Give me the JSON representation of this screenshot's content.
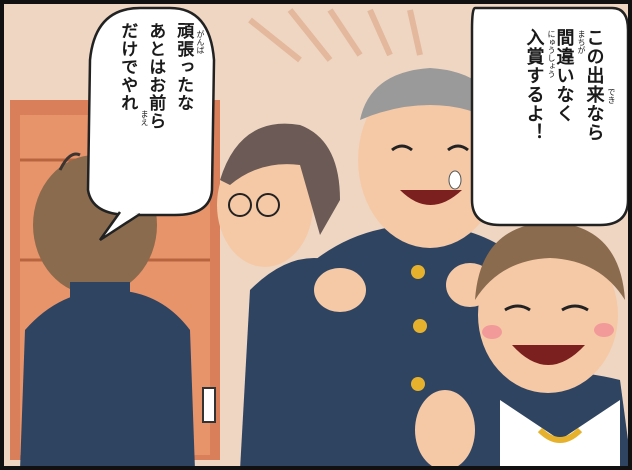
{
  "panel": {
    "speech_left": {
      "lines": [
        "頑張ったな",
        "あとはお前ら",
        "だけでやれ"
      ],
      "ruby": [
        "がんば",
        "まえ"
      ]
    },
    "speech_right": {
      "lines": [
        "この出来なら",
        "間違いなく",
        "入賞するよ！"
      ],
      "ruby": [
        "でき",
        "まちが",
        "にゅうしょう"
      ]
    }
  },
  "colors": {
    "wall": "#efd6c2",
    "door": "#d9805a",
    "uniform": "#2f4461",
    "skin": "#f5c9a6",
    "hair_dark": "#3b3431",
    "hair_light": "#8a6b4e",
    "button_gold": "#e6b12c"
  }
}
